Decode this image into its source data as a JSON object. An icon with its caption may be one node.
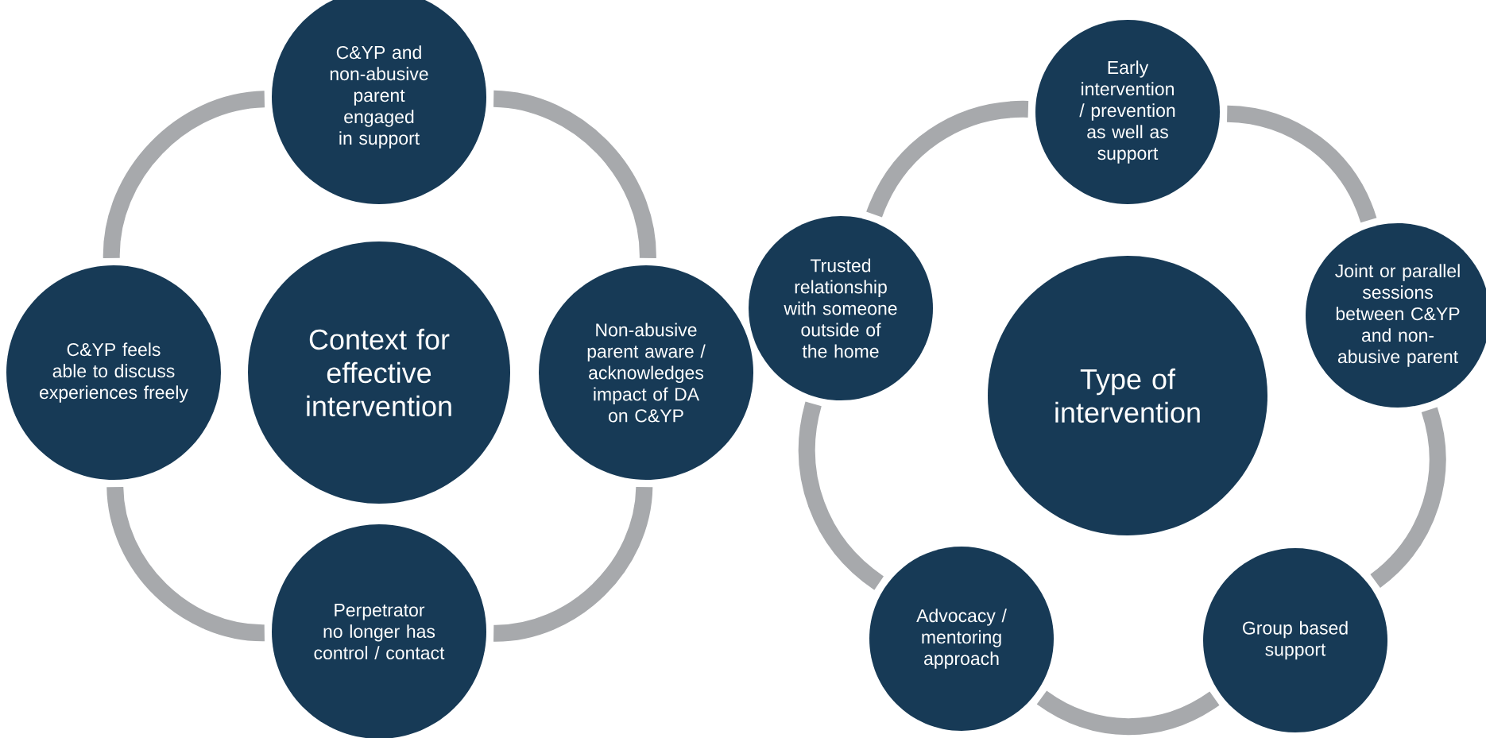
{
  "diagram": {
    "nodes": [
      {
        "text": [
          "Context for effective intervention"
        ]
      },
      {
        "text": [
          "C&YP and non-abusive parent engaged in support"
        ]
      },
      {
        "text": [
          "Non-abusive parent aware / acknowledges impact of DA on C&YP"
        ]
      },
      {
        "text": [
          "Perpetrator no longer has control / contact"
        ]
      },
      {
        "text": [
          "C&YP feels able to discuss experiences freely"
        ]
      },
      {
        "text": [
          "Type of intervention"
        ]
      },
      {
        "text": [
          "Early intervention / prevention as well as support"
        ]
      },
      {
        "text": [
          "Joint or parallel sessions between C&YP and non-abusive parent"
        ]
      },
      {
        "text": [
          "Group based support"
        ]
      },
      {
        "text": [
          "Advocacy / mentoring approach"
        ]
      },
      {
        "text": [
          "Trusted relationship with someone outside of the home"
        ]
      }
    ],
    "edges": [
      {
        "from": 1,
        "to": 2,
        "arrow": "none"
      },
      {
        "from": 2,
        "to": 3,
        "arrow": "none"
      },
      {
        "from": 3,
        "to": 4,
        "arrow": "none"
      },
      {
        "from": 4,
        "to": 1,
        "arrow": "none"
      },
      {
        "from": 6,
        "to": 7,
        "arrow": "none"
      },
      {
        "from": 7,
        "to": 8,
        "arrow": "none"
      },
      {
        "from": 8,
        "to": 9,
        "arrow": "none"
      },
      {
        "from": 9,
        "to": 10,
        "arrow": "none"
      },
      {
        "from": 10,
        "to": 6,
        "arrow": "none"
      }
    ]
  }
}
